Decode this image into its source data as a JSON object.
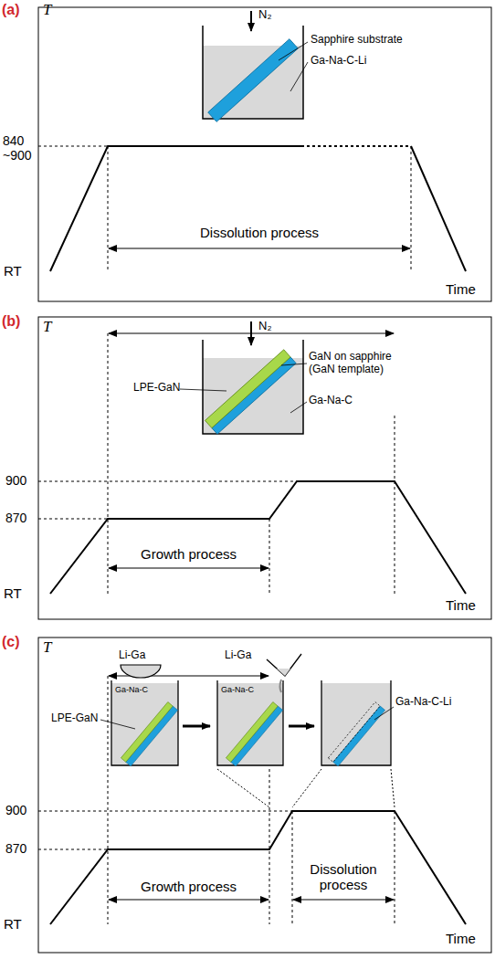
{
  "diagram": {
    "labels": [
      "(a)",
      "T",
      "840 ~900",
      "RT",
      "Time",
      "Dissolution process",
      "N₂",
      "Sapphire substrate",
      "Ga-Na-C-Li",
      "(b)",
      "T",
      "900",
      "870",
      "RT",
      "Time",
      "Growth process",
      "N₂",
      "GaN on sapphire (GaN template)",
      "LPE-GaN",
      "Ga-Na-C",
      "(c)",
      "T",
      "900",
      "870",
      "RT",
      "Time",
      "Growth process",
      "Dissolution process",
      "Li-Ga",
      "LPE-GaN",
      "Ga-Na-C",
      "Li-Ga",
      "Ga-Na-C",
      "Ga-Na-C-Li"
    ]
  }
}
